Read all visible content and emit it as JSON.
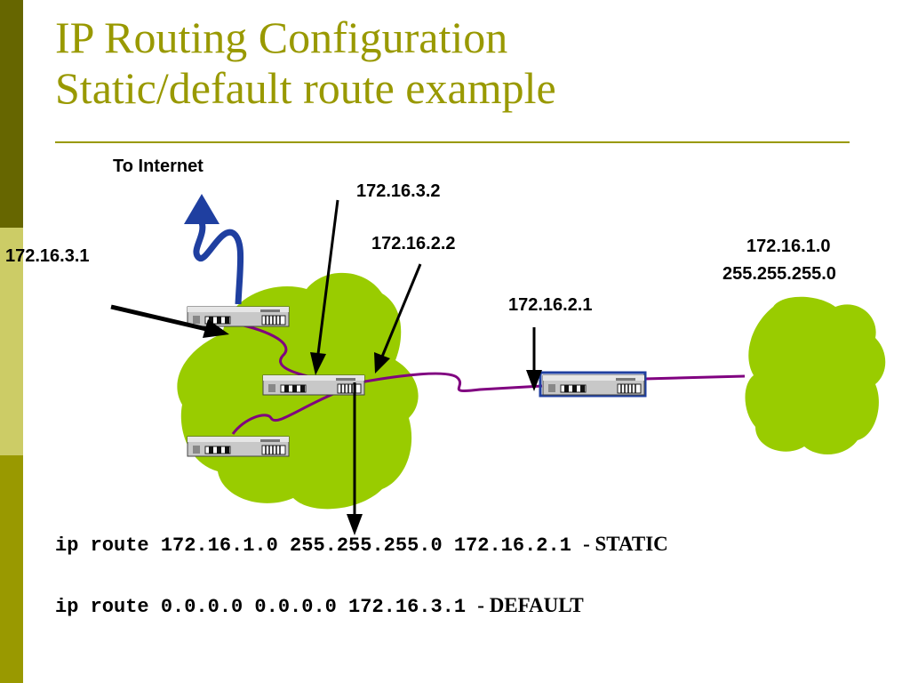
{
  "theme": {
    "accent": "#999900",
    "sidebar_dark": "#666600",
    "sidebar_light": "#cccc66",
    "sidebar_mid": "#999900",
    "cloud": "#99cc00",
    "link": "#800080",
    "uplink": "#1f3fa0",
    "highlight_router_border": "#1f3fa0"
  },
  "slide": {
    "title_line1": "IP Routing Configuration",
    "title_line2": "Static/default route example"
  },
  "diagram": {
    "internet_label": "To Internet",
    "labels": {
      "r1_outside": "172.16.3.1",
      "r2_a": "172.16.3.2",
      "r2_b": "172.16.2.2",
      "r4": "172.16.2.1",
      "remote_net": "172.16.1.0",
      "remote_mask": "255.255.255.0"
    },
    "icons": {
      "uplink": "uplink-arrow-icon",
      "router": "router-icon",
      "cloud": "network-cloud-icon"
    }
  },
  "commands": {
    "static": {
      "text": "ip route 172.16.1.0 255.255.255.0 172.16.2.1 ",
      "note": "- STATIC"
    },
    "default": {
      "text": "ip route 0.0.0.0 0.0.0.0 172.16.3.1 ",
      "note": "- DEFAULT"
    }
  }
}
